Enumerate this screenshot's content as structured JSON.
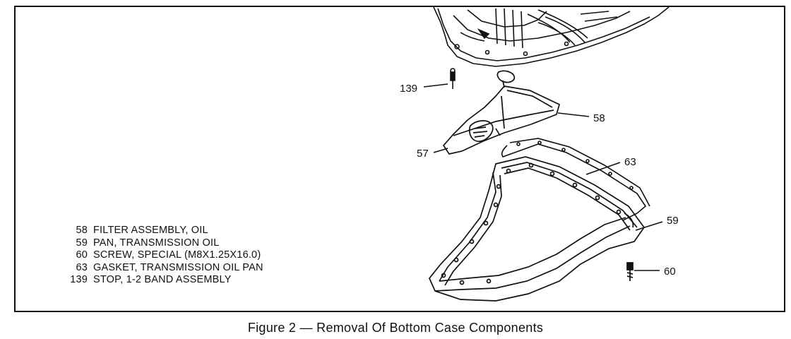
{
  "figure": {
    "caption": "Figure 2 — Removal Of Bottom Case Components"
  },
  "legend": [
    {
      "num": "58",
      "text": "FILTER ASSEMBLY, OIL"
    },
    {
      "num": "59",
      "text": "PAN, TRANSMISSION OIL"
    },
    {
      "num": "60",
      "text": "SCREW, SPECIAL (M8X1.25X16.0)"
    },
    {
      "num": "63",
      "text": "GASKET, TRANSMISSION OIL PAN"
    },
    {
      "num": "139",
      "text": "STOP, 1-2 BAND ASSEMBLY"
    }
  ],
  "callouts": {
    "c139": "139",
    "c58": "58",
    "c57": "57",
    "c63": "63",
    "c59": "59",
    "c60": "60"
  }
}
